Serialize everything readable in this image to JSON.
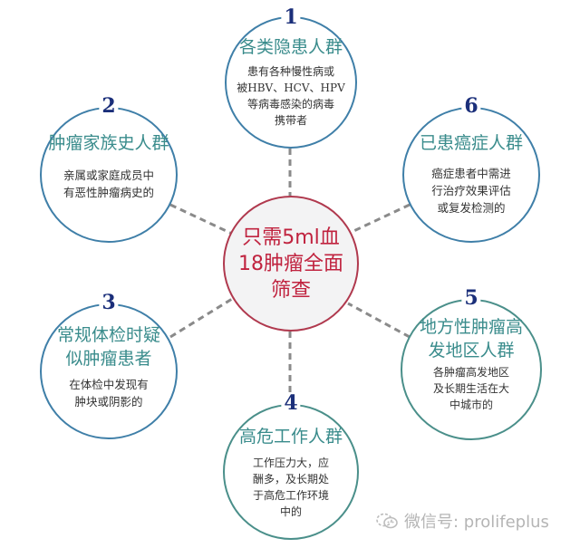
{
  "colors": {
    "node_border_blue": "#3f7fa8",
    "node_border_teal": "#4a8f8a",
    "title_teal": "#3a8c8c",
    "number_navy": "#1b2f7a",
    "center_red": "#c0233f",
    "center_border": "#b0394e",
    "connector_gray": "#8a8a8a"
  },
  "center": {
    "text": "只需5ml血\n18肿瘤全面\n筛查"
  },
  "nodes": [
    {
      "number": "1",
      "title": "各类隐患人群",
      "desc": "患有各种慢性病或\n被HBV、HCV、HPV\n等病毒感染的病毒\n携带者"
    },
    {
      "number": "2",
      "title": "肿瘤家族史人群",
      "desc": "亲属或家庭成员中\n有恶性肿瘤病史的"
    },
    {
      "number": "3",
      "title": "常规体检时疑\n似肿瘤患者",
      "desc": "在体检中发现有\n肿块或阴影的"
    },
    {
      "number": "4",
      "title": "高危工作人群",
      "desc": "工作压力大，应\n酬多，及长期处\n于高危工作环境\n中的"
    },
    {
      "number": "5",
      "title": "地方性肿瘤高\n发地区人群",
      "desc": "各肿瘤高发地区\n及长期生活在大\n中城市的"
    },
    {
      "number": "6",
      "title": "已患癌症人群",
      "desc": "癌症患者中需进\n行治疗效果评估\n或复发检测的"
    }
  ],
  "watermark": {
    "icon": "wechat-icon",
    "text": "微信号: prolifeplus"
  }
}
